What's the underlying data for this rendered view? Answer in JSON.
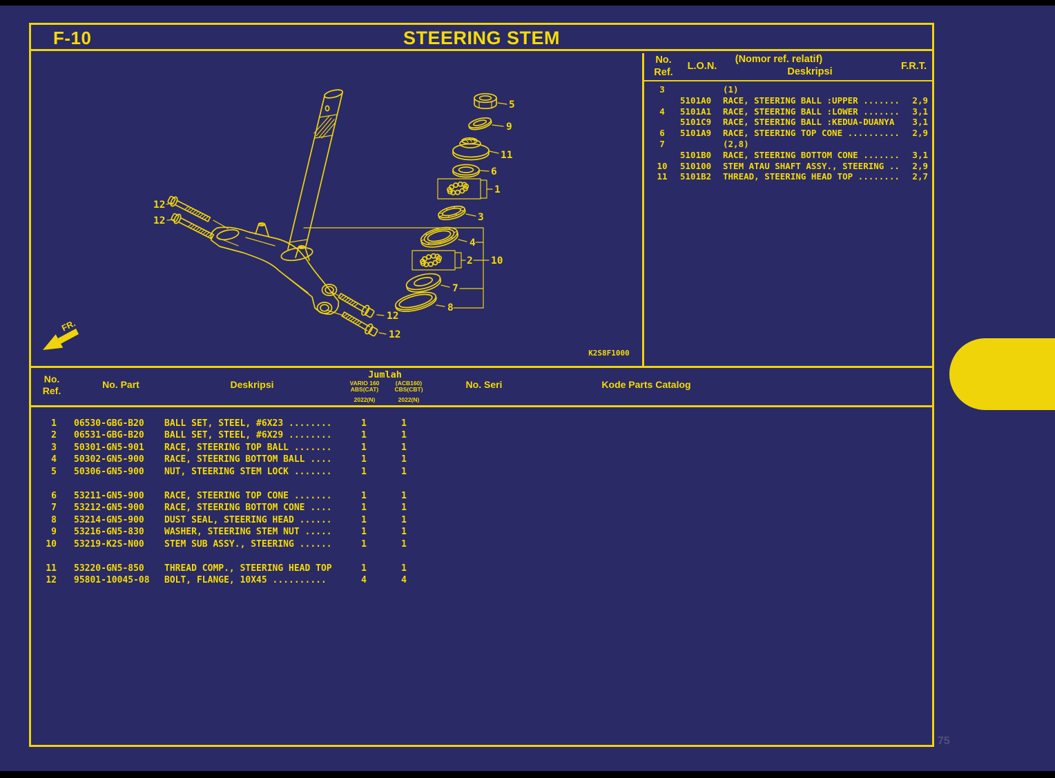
{
  "page": {
    "code": "F-10",
    "title": "STEERING STEM",
    "diagram_code": "K2S8F1000",
    "fr_label": "FR.",
    "page_number": "75"
  },
  "ref_table": {
    "header": {
      "no_line1": "No.",
      "no_line2": "Ref.",
      "lon": "L.O.N.",
      "desc_line1": "(Nomor ref. relatif)",
      "desc_line2": "Deskripsi",
      "frt": "F.R.T."
    },
    "rows": [
      {
        "ref": "3",
        "lon": "",
        "desc": "(1)",
        "frt": ""
      },
      {
        "ref": "",
        "lon": "5101A0",
        "desc": "RACE, STEERING BALL :UPPER .......",
        "frt": "2,9"
      },
      {
        "ref": "4",
        "lon": "5101A1",
        "desc": "RACE, STEERING BALL :LOWER .......",
        "frt": "3,1"
      },
      {
        "ref": "",
        "lon": "5101C9",
        "desc": "RACE, STEERING BALL :KEDUA-DUANYA",
        "frt": "3,1"
      },
      {
        "ref": "6",
        "lon": "5101A9",
        "desc": "RACE, STEERING TOP CONE ..........",
        "frt": "2,9"
      },
      {
        "ref": "7",
        "lon": "",
        "desc": "(2,8)",
        "frt": ""
      },
      {
        "ref": "",
        "lon": "5101B0",
        "desc": "RACE, STEERING BOTTOM CONE .......",
        "frt": "3,1"
      },
      {
        "ref": "10",
        "lon": "510100",
        "desc": "STEM ATAU SHAFT ASSY., STEERING ..",
        "frt": "2,9"
      },
      {
        "ref": "11",
        "lon": "5101B2",
        "desc": "THREAD, STEERING HEAD TOP ........",
        "frt": "2,7"
      }
    ]
  },
  "parts_table": {
    "header": {
      "no_line1": "No.",
      "no_line2": "Ref.",
      "part": "No. Part",
      "desc": "Deskripsi",
      "jumlah": "Jumlah",
      "col1_line1": "VARIO 160",
      "col1_line2": "ABS(CAT)",
      "col1_line3": "2022(N)",
      "col2_line1": "(ACB160)",
      "col2_line2": "CBS(CBT)",
      "col2_line3": "2022(N)",
      "seri": "No. Seri",
      "kode": "Kode Parts Catalog"
    },
    "rows": [
      {
        "ref": "1",
        "part": "06530-GBG-B20",
        "desc": "BALL SET, STEEL, #6X23 ........",
        "qty1": "1",
        "qty2": "1",
        "group": 1
      },
      {
        "ref": "2",
        "part": "06531-GBG-B20",
        "desc": "BALL SET, STEEL, #6X29 ........",
        "qty1": "1",
        "qty2": "1",
        "group": 1
      },
      {
        "ref": "3",
        "part": "50301-GN5-901",
        "desc": "RACE, STEERING TOP BALL .......",
        "qty1": "1",
        "qty2": "1",
        "group": 1
      },
      {
        "ref": "4",
        "part": "50302-GN5-900",
        "desc": "RACE, STEERING BOTTOM BALL ....",
        "qty1": "1",
        "qty2": "1",
        "group": 1
      },
      {
        "ref": "5",
        "part": "50306-GN5-900",
        "desc": "NUT, STEERING STEM LOCK .......",
        "qty1": "1",
        "qty2": "1",
        "group": 1
      },
      {
        "ref": "6",
        "part": "53211-GN5-900",
        "desc": "RACE, STEERING TOP CONE .......",
        "qty1": "1",
        "qty2": "1",
        "group": 2
      },
      {
        "ref": "7",
        "part": "53212-GN5-900",
        "desc": "RACE, STEERING BOTTOM CONE ....",
        "qty1": "1",
        "qty2": "1",
        "group": 2
      },
      {
        "ref": "8",
        "part": "53214-GN5-900",
        "desc": "DUST SEAL, STEERING HEAD ......",
        "qty1": "1",
        "qty2": "1",
        "group": 2
      },
      {
        "ref": "9",
        "part": "53216-GN5-830",
        "desc": "WASHER, STEERING STEM NUT .....",
        "qty1": "1",
        "qty2": "1",
        "group": 2
      },
      {
        "ref": "10",
        "part": "53219-K2S-N00",
        "desc": "STEM SUB ASSY., STEERING ......",
        "qty1": "1",
        "qty2": "1",
        "group": 2
      },
      {
        "ref": "11",
        "part": "53220-GN5-850",
        "desc": "THREAD COMP., STEERING HEAD TOP",
        "qty1": "1",
        "qty2": "1",
        "group": 3
      },
      {
        "ref": "12",
        "part": "95801-10045-08",
        "desc": "BOLT, FLANGE, 10X45 ..........",
        "qty1": "4",
        "qty2": "4",
        "group": 3
      }
    ]
  },
  "diagram": {
    "callouts": {
      "n1": "1",
      "n2": "2",
      "n3": "3",
      "n4": "4",
      "n5": "5",
      "n6": "6",
      "n7": "7",
      "n8": "8",
      "n9": "9",
      "n10": "10",
      "n11": "11",
      "n12": "12"
    }
  },
  "colors": {
    "background": "#2A2A66",
    "line_yellow": "#F0D40A",
    "text_yellow": "#F6DC00",
    "black_bar": "#000000",
    "side_tab": "#F0D40A",
    "page_number": "#50507C"
  }
}
